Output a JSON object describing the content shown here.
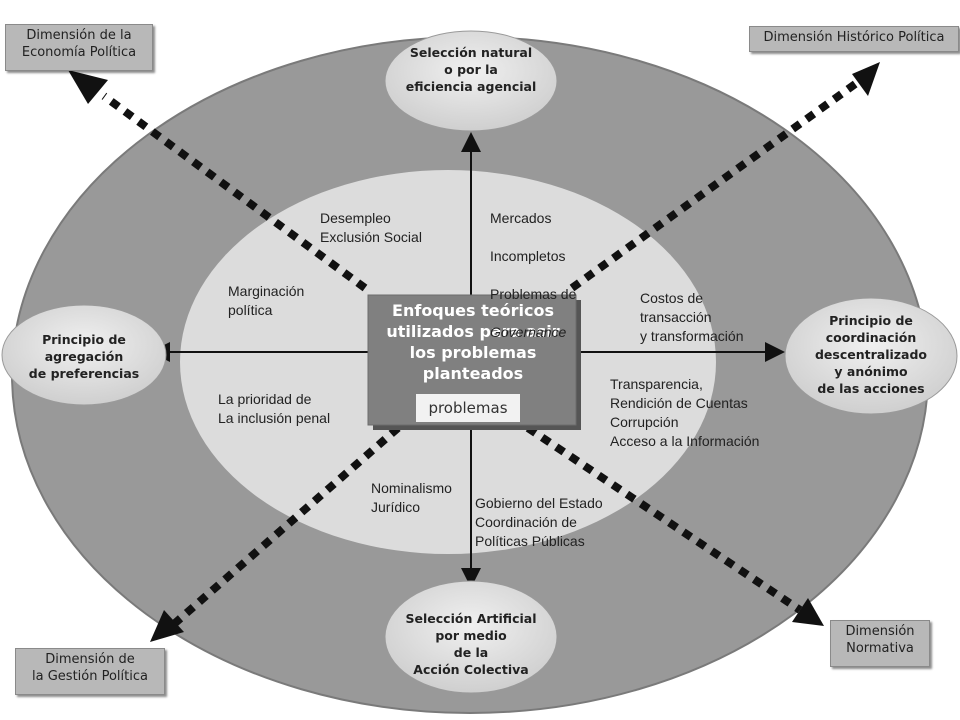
{
  "center": {
    "title": "Enfoques teóricos\nutilizados para asir\nlos problemas\nplanteados",
    "tag": "problemas"
  },
  "dimensions": {
    "top_left": "Dimensión de la\nEconomía Política",
    "top_right": "Dimensión Histórico Política",
    "bottom_left": "Dimensión de\nla Gestión Política",
    "bottom_right": "Dimensión\nNormativa"
  },
  "principles": {
    "top": "Selección natural\no por la\neficiencia agencial",
    "left": "Principio de\nagregación\nde preferencias",
    "right": "Principio de\ncoordinación\ndescentralizado\ny anónimo\nde las acciones",
    "bottom": "Selección Artificial\npor medio\nde la\nAcción Colectiva"
  },
  "problems": {
    "desempleo": "Desempleo\nExclusión Social",
    "mercados_lines": [
      "Mercados",
      "Incompletos",
      "Problemas de"
    ],
    "mercados_italic": "Governance",
    "marginacion": "Marginación\npolítica",
    "costos": "Costos de\ntransacción\ny transformación",
    "transparencia": "Transparencia,\nRendición de Cuentas\nCorrupción\nAcceso a la Información",
    "prioridad": "La prioridad de\nLa inclusión penal",
    "nominalismo": "Nominalismo\nJurídico",
    "gobierno": "Gobierno del Estado\nCoordinación de\nPolíticas Públicas"
  },
  "colors": {
    "outer_ellipse": "#999999",
    "inner_ellipse": "#dcdcdc",
    "center_box": "#808080",
    "node_fill": "#dedede"
  }
}
